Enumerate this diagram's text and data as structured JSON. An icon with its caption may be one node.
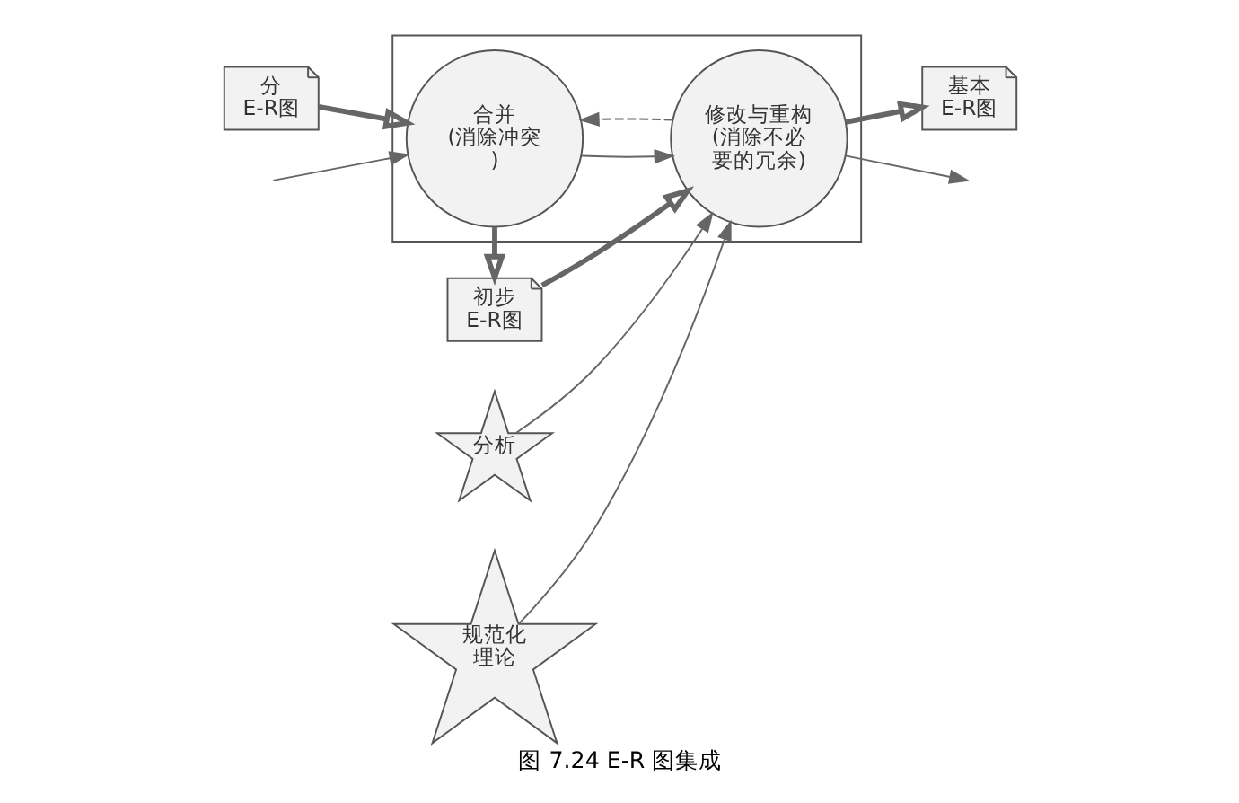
{
  "diagram": {
    "caption": "图 7.24 E-R 图集成",
    "nodes": [
      {
        "text": [
          "分 E-R图"
        ]
      },
      {
        "text": [
          "基本 E-R图"
        ]
      },
      {
        "text": [],
        "shape": "box"
      },
      {
        "text": [
          "合并(消除冲突)"
        ],
        "in": 2
      },
      {
        "text": [
          "修改与重构(消除不必要的冗余)"
        ],
        "in": 2
      },
      {
        "text": [
          "初步 E-R图"
        ]
      },
      {
        "text": [
          "分析"
        ]
      },
      {
        "text": [
          "规范化理论"
        ]
      }
    ],
    "edges": [
      {
        "from": 0,
        "to": 3,
        "arrow": "to",
        "style": "thick"
      },
      {
        "from": null,
        "to": 3,
        "arrow": "to"
      },
      {
        "from": 3,
        "to": 4,
        "arrow": "to"
      },
      {
        "from": 4,
        "to": 3,
        "arrow": "to",
        "style": "dashed"
      },
      {
        "from": 4,
        "to": 1,
        "arrow": "to",
        "style": "thick"
      },
      {
        "from": 3,
        "to": 5,
        "arrow": "to",
        "style": "thick"
      },
      {
        "from": 5,
        "to": 4,
        "arrow": "to",
        "style": "thick"
      },
      {
        "from": 6,
        "to": 4,
        "arrow": "to"
      },
      {
        "from": 7,
        "to": 4,
        "arrow": "to"
      },
      {
        "from": 4,
        "to": null,
        "arrow": "to"
      }
    ]
  }
}
